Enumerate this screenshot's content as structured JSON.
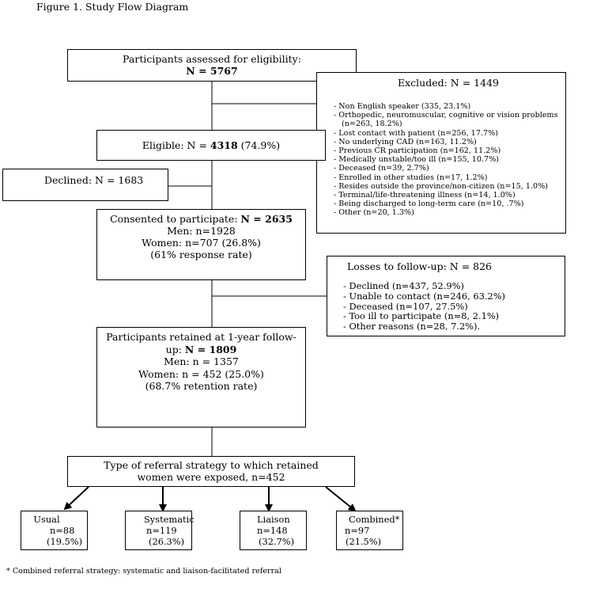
{
  "figure_title": "Figure 1. Study Flow Diagram",
  "assessed": {
    "line1": "Participants assessed for eligibility:",
    "line2": "N = 5767"
  },
  "excluded": {
    "title": "Excluded: N = 1449",
    "items": [
      "- Non English speaker (335, 23.1%)",
      "- Orthopedic, neuromuscular, cognitive or vision   problems",
      "(n=263, 18.2%)",
      "- Lost contact with patient (n=256, 17.7%)",
      "- No underlying CAD (n=163, 11.2%)",
      "- Previous CR participation (n=162, 11.2%)",
      "- Medically unstable/too ill (n=155, 10.7%)",
      "- Deceased (n=39, 2.7%)",
      "- Enrolled in other studies (n=17, 1.2%)",
      "- Resides outside the province/non-citizen (n=15, 1.0%)",
      "- Terminal/life-threatening illness (n=14, 1.0%)",
      "- Being discharged to long-term care (n=10, .7%)",
      "- Other (n=20, 1.3%)"
    ]
  },
  "eligible": {
    "prefix": "Eligible: N = ",
    "n": "4318",
    "suffix": " (74.9%)"
  },
  "declined": "Declined: N = 1683",
  "consented": {
    "prefix": "Consented to participate: ",
    "n": "N = 2635",
    "men": "Men: n=1928",
    "women": "Women: n=707 (26.8%)",
    "rate": "(61% response rate)"
  },
  "losses": {
    "title": "Losses to follow-up: N = 826",
    "items": [
      "- Declined (n=437, 52.9%)",
      "- Unable to contact (n=246, 63.2%)",
      "- Deceased (n=107, 27.5%)",
      "- Too ill to participate (n=8, 2.1%)",
      "- Other reasons (n=28, 7.2%)."
    ]
  },
  "retained": {
    "line1": "Participants retained at 1-year follow-",
    "line2_prefix": "up: ",
    "n": "N = 1809",
    "men": "Men: n = 1357",
    "women": "Women: n = 452 (25.0%)",
    "rate": "(68.7% retention rate)"
  },
  "referral": {
    "line1": "Type of referral strategy to which retained",
    "line2": "women were exposed, n=452"
  },
  "strategies": [
    {
      "name": "Usual",
      "n": "n=88",
      "pct": "(19.5%)"
    },
    {
      "name": "Systematic",
      "n": "n=119",
      "pct": "(26.3%)"
    },
    {
      "name": "Liaison",
      "n": "n=148",
      "pct": "(32.7%)"
    },
    {
      "name": "Combined*",
      "n": "n=97",
      "pct": "(21.5%)"
    }
  ],
  "footnote": "* Combined referral strategy: systematic and liaison-facilitated referral"
}
